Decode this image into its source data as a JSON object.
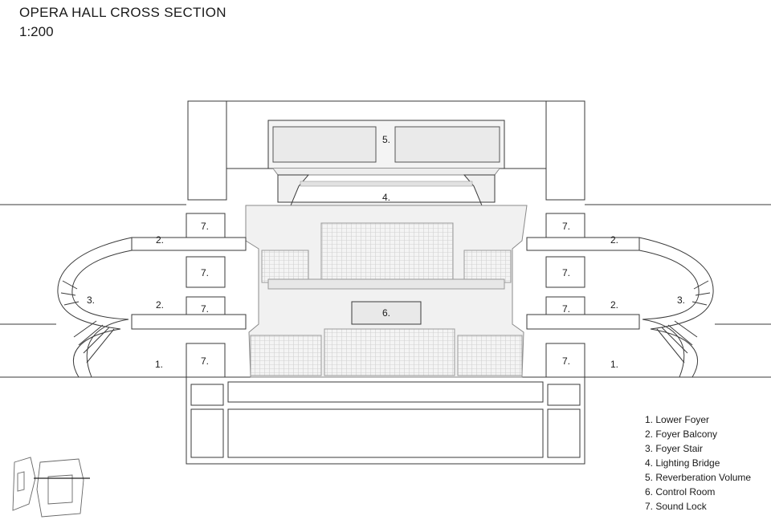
{
  "title": "OPERA HALL CROSS SECTION",
  "scale": "1:200",
  "labels": {
    "lower_foyer": "1.",
    "foyer_balcony": "2.",
    "foyer_stair": "3.",
    "lighting_bridge": "4.",
    "reverberation_volume": "5.",
    "control_room": "6.",
    "sound_lock": "7."
  },
  "legend": [
    "1. Lower Foyer",
    "2. Foyer Balcony",
    "3. Foyer Stair",
    "4. Lighting Bridge",
    "5. Reverberation Volume",
    "6. Control Room",
    "7. Sound Lock"
  ],
  "colors": {
    "line": "#3a3a3a",
    "fill_light": "#f2f2f2",
    "fill_mid": "#e6e6e6",
    "text": "#1a1a1a"
  }
}
